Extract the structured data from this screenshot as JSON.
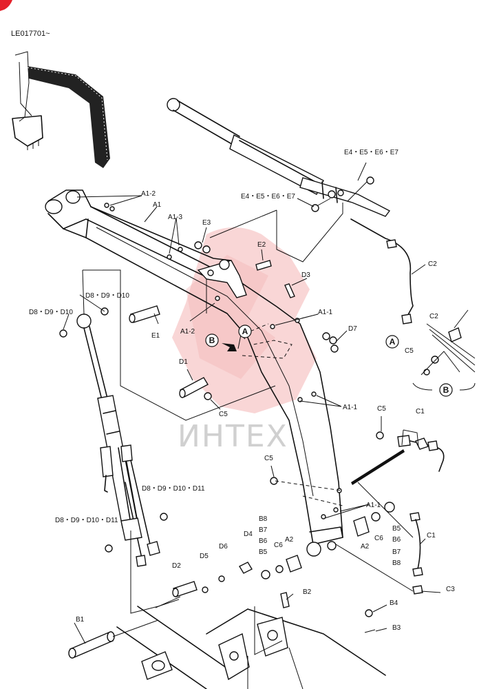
{
  "reference_code": "LE017701~",
  "watermark_text": "ИНТЕХ",
  "colors": {
    "line": "#111111",
    "watermark_red": "#f3b3b3",
    "watermark_gray": "#c8c8c8",
    "corner_mark": "#e5202a"
  },
  "callouts": {
    "A": "A",
    "B": "B"
  },
  "labels": {
    "a1_2_top": "A1-2",
    "a1": "A1",
    "a1_3": "A1-3",
    "e3": "E3",
    "e2": "E2",
    "d3": "D3",
    "a1_1_top": "A1-1",
    "d7": "D7",
    "e1": "E1",
    "a1_2_mid": "A1-2",
    "d1": "D1",
    "c5_mid": "C5",
    "a1_1_mid": "A1-1",
    "e4_upper": "E4・E5・E6・E7",
    "e4_lower": "E4・E5・E6・E7",
    "c2_main": "C2",
    "c2_detail": "C2",
    "c5_detail": "C5",
    "d8_left_top": "D8・D9・D10",
    "d8_mid_top": "D8・D9・D10",
    "d8_right_mid": "D8・D9・D10・D11",
    "d8_left_low": "D8・D9・D10・D11",
    "c5_right": "C5",
    "c1_top": "C1",
    "c5_low": "C5",
    "a1_1_low": "A1-1",
    "b8_stack": "B8",
    "b7_stack": "B7",
    "b6_stack": "B6",
    "b5_stack": "B5",
    "d4": "D4",
    "c6_left": "C6",
    "a2_left": "A2",
    "d6": "D6",
    "d5": "D5",
    "d2": "D2",
    "a2_right": "A2",
    "c6_right": "C6",
    "b5_r": "B5",
    "b6_r": "B6",
    "b7_r": "B7",
    "b8_r": "B8",
    "c1_low": "C1",
    "c3": "C3",
    "b2": "B2",
    "b4": "B4",
    "b3": "B3",
    "b1": "B1"
  }
}
